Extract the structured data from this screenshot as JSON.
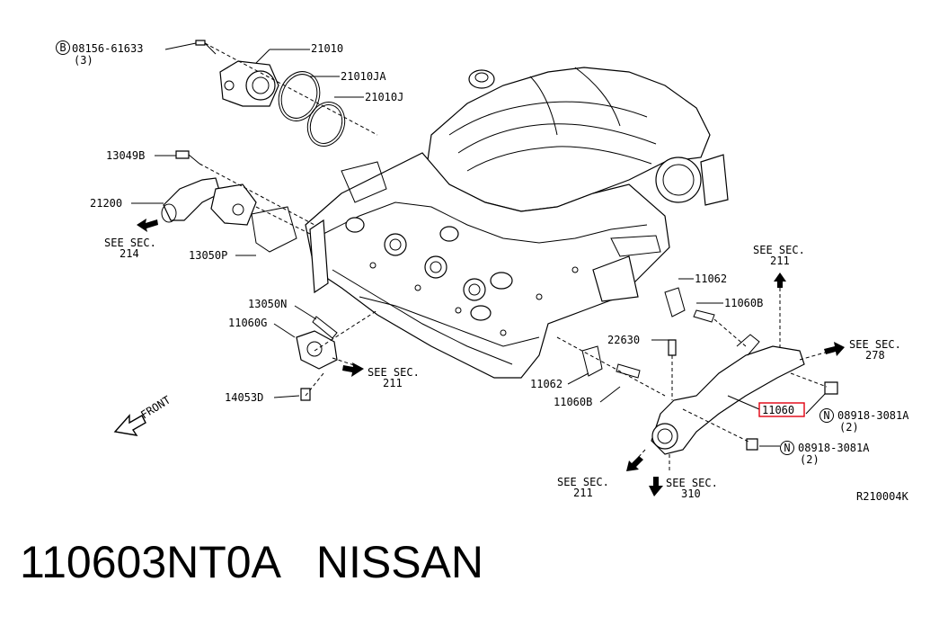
{
  "labels": {
    "bolt_08156": "08156-61633",
    "bolt_08156_qty": "(3)",
    "p21010": "21010",
    "p21010ja": "21010JA",
    "p21010j": "21010J",
    "p13049b": "13049B",
    "p21200": "21200",
    "p13050p": "13050P",
    "p13050n": "13050N",
    "p11060g": "11060G",
    "p14053d": "14053D",
    "p11062_top": "11062",
    "p11060b_top": "11060B",
    "p22630": "22630",
    "p11062_bot": "11062",
    "p11060b_bot": "11060B",
    "p11060": "11060",
    "nut1": "08918-3081A",
    "nut1_qty": "(2)",
    "nut2": "08918-3081A",
    "nut2_qty": "(2)",
    "see_sec": "SEE SEC.",
    "sec214": "214",
    "sec211_a": "211",
    "sec211_b": "211",
    "sec211_c": "211",
    "sec278": "278",
    "sec310": "310",
    "front": "FRONT",
    "diagram_code": "R210004K",
    "marker_b": "B",
    "marker_n": "N"
  },
  "caption": "110603NT0A   NISSAN",
  "highlight_color": "#e0000f"
}
